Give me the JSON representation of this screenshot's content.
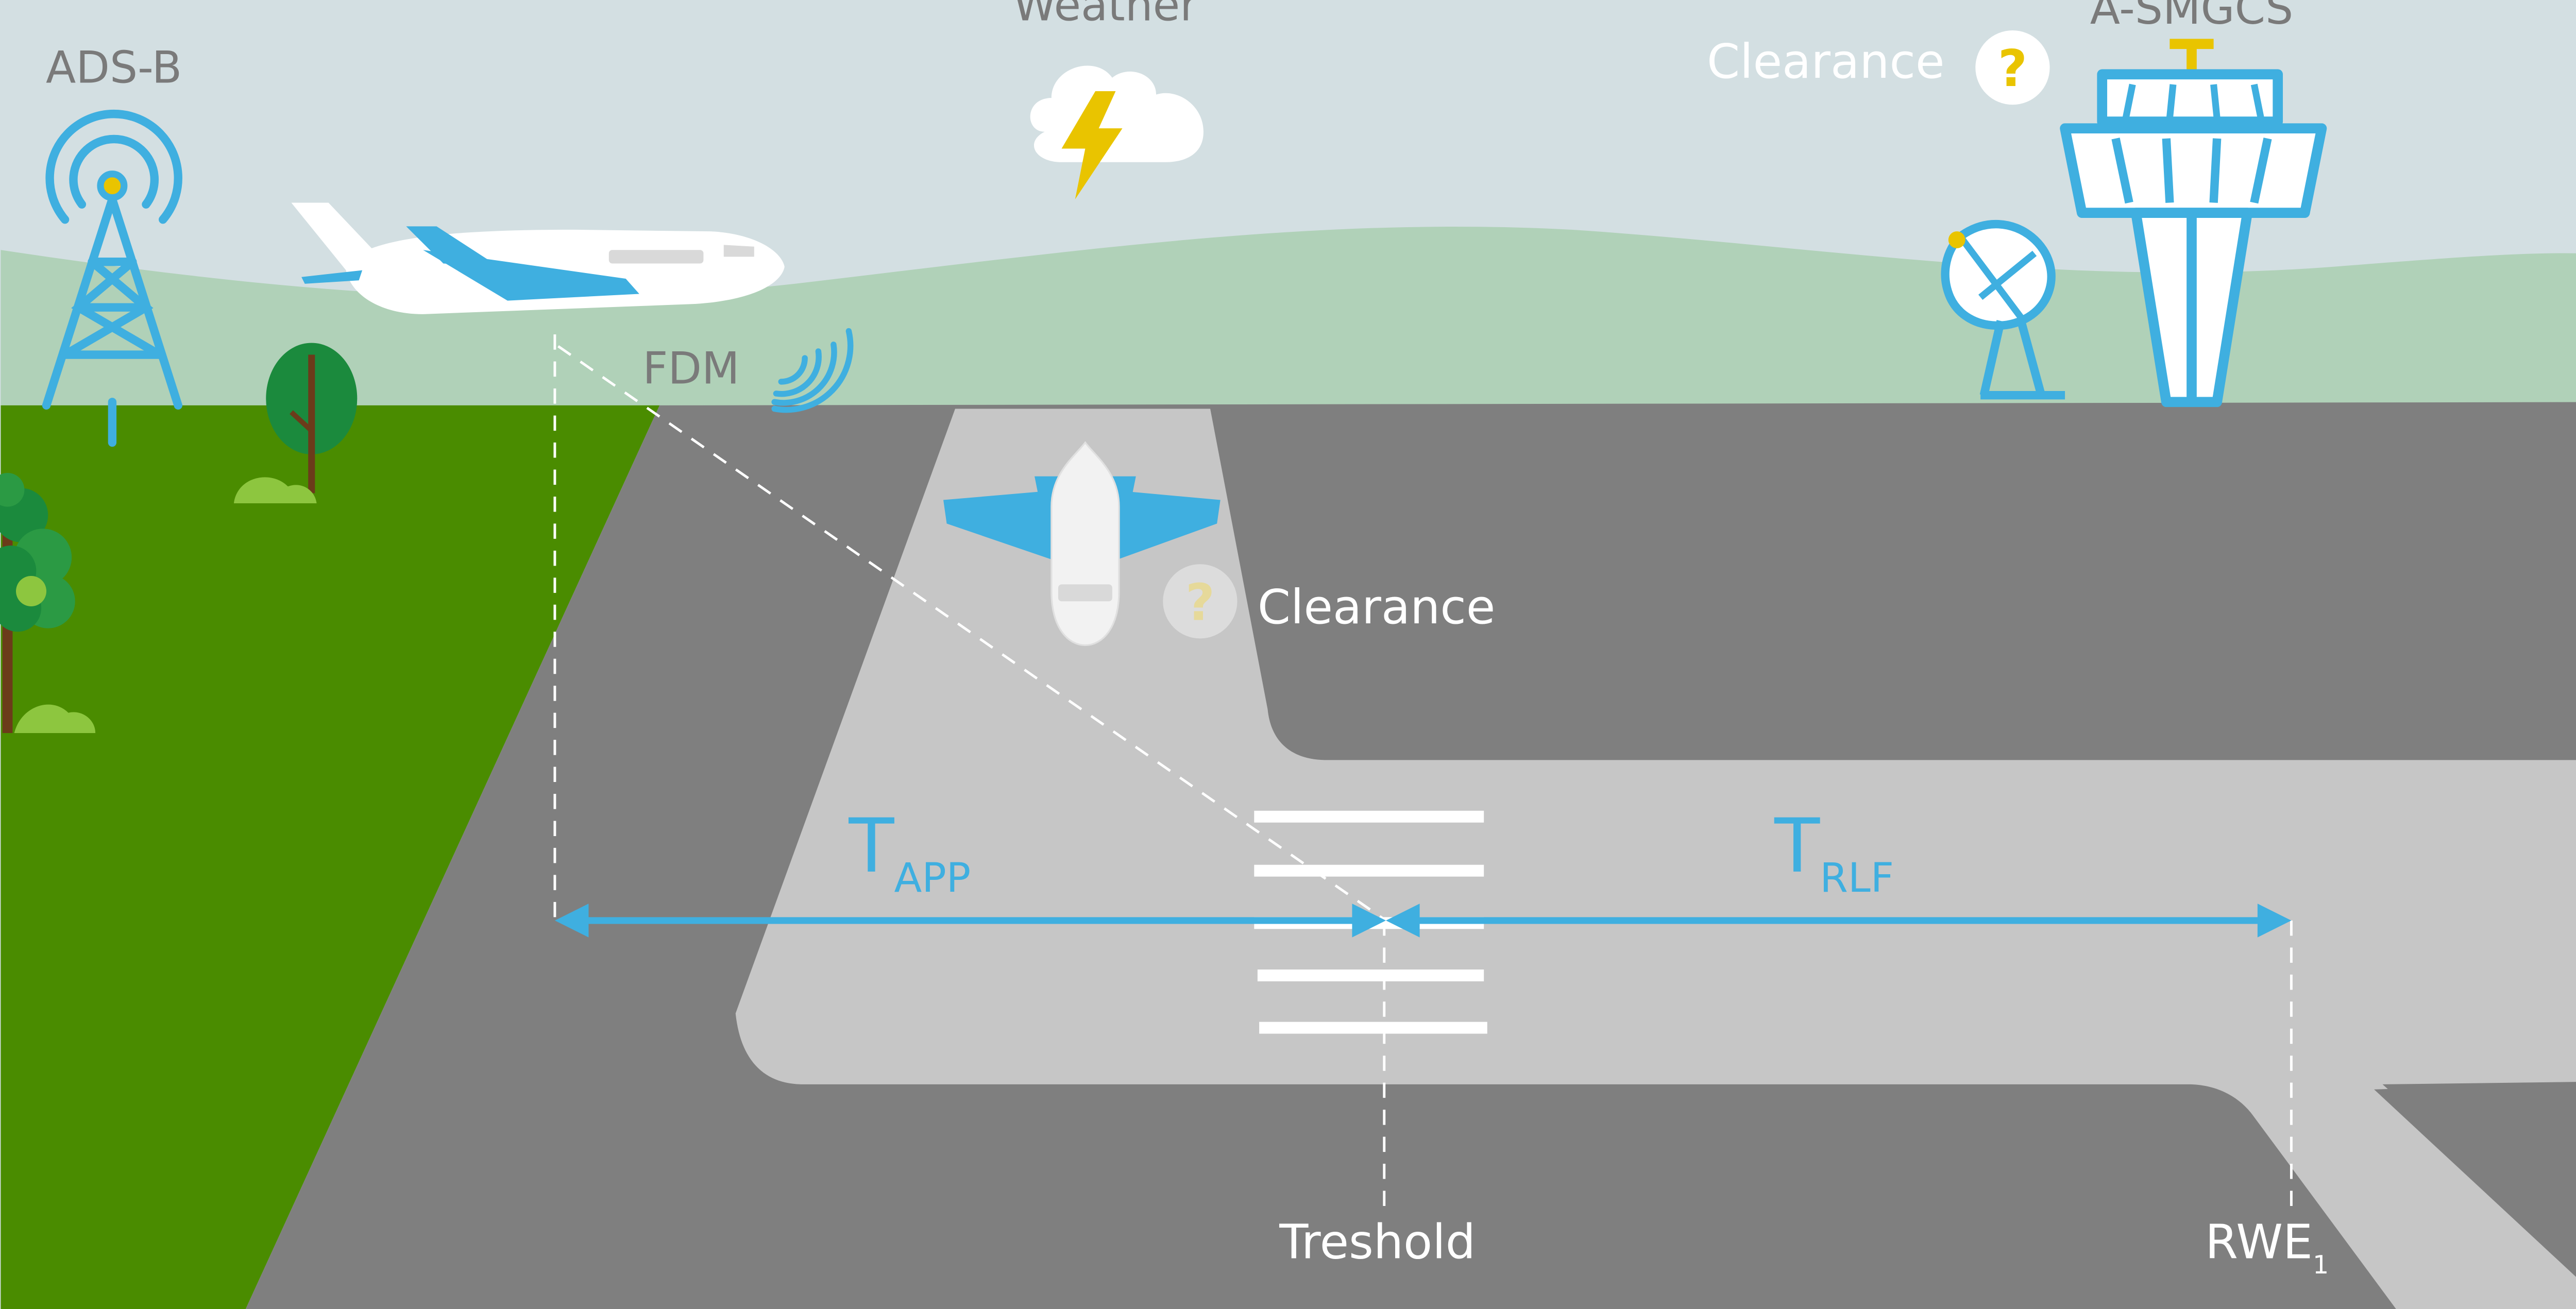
{
  "labels": {
    "adsb": "ADS-B",
    "weather": "Weather",
    "clearance_tower": "Clearance",
    "asmgcs": "A-SMGCS",
    "fdm": "FDM",
    "clearance_aircraft": "Clearance",
    "question_mark": "?",
    "t_app_main": "T",
    "t_app_sub": "APP",
    "t_rlf_main": "T",
    "t_rlf_sub": "RLF",
    "threshold": "Treshold",
    "rwe_main": "RWE",
    "rwe_sub": "1"
  },
  "colors": {
    "sky": "#d3dfe2",
    "hills": "#b0d1b8",
    "grass": "#4a8c00",
    "asphalt": "#7f7f7f",
    "runway": "#c6c6c6",
    "accent_blue": "#3fafe0",
    "accent_yellow": "#e9c400",
    "label_gray": "#7a7a7a",
    "white": "#ffffff"
  },
  "icons": {
    "adsb": "antenna-tower-icon",
    "weather": "thunderstorm-cloud-icon",
    "tower": "control-tower-icon",
    "radar": "radar-dish-icon",
    "fdm": "signal-waves-icon",
    "question": "question-mark-icon",
    "aircraft_landing": "airplane-landing-icon",
    "aircraft_taxi": "airplane-topview-icon",
    "tree": "tree-icon"
  }
}
